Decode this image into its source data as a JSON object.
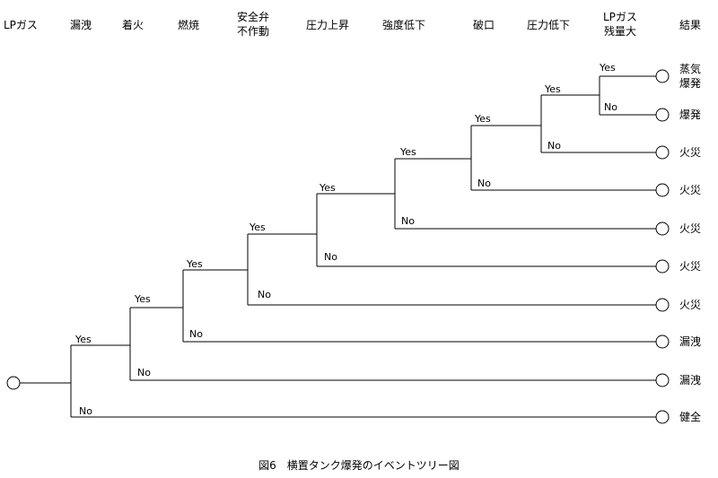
{
  "headers": {
    "lpgas": "LPガス",
    "leak": "漏洩",
    "ignition": "着火",
    "combustion": "燃焼",
    "valve_l1": "安全弁",
    "valve_l2": "不作動",
    "pressure_up": "圧力上昇",
    "strength_down": "強度低下",
    "rupture": "破口",
    "pressure_down": "圧力低下",
    "residual_l1": "LPガス",
    "residual_l2": "残量大",
    "result": "結果"
  },
  "outcomes": [
    {
      "l1": "蒸気",
      "l2": "爆発"
    },
    {
      "l1": "爆発"
    },
    {
      "l1": "火災"
    },
    {
      "l1": "火災"
    },
    {
      "l1": "火災"
    },
    {
      "l1": "火災"
    },
    {
      "l1": "火災"
    },
    {
      "l1": "漏洩"
    },
    {
      "l1": "漏洩"
    },
    {
      "l1": "健全"
    }
  ],
  "branch_labels": {
    "yes": "Yes",
    "no": "No"
  },
  "caption": "図6　横置タンク爆発のイベントツリー図"
}
